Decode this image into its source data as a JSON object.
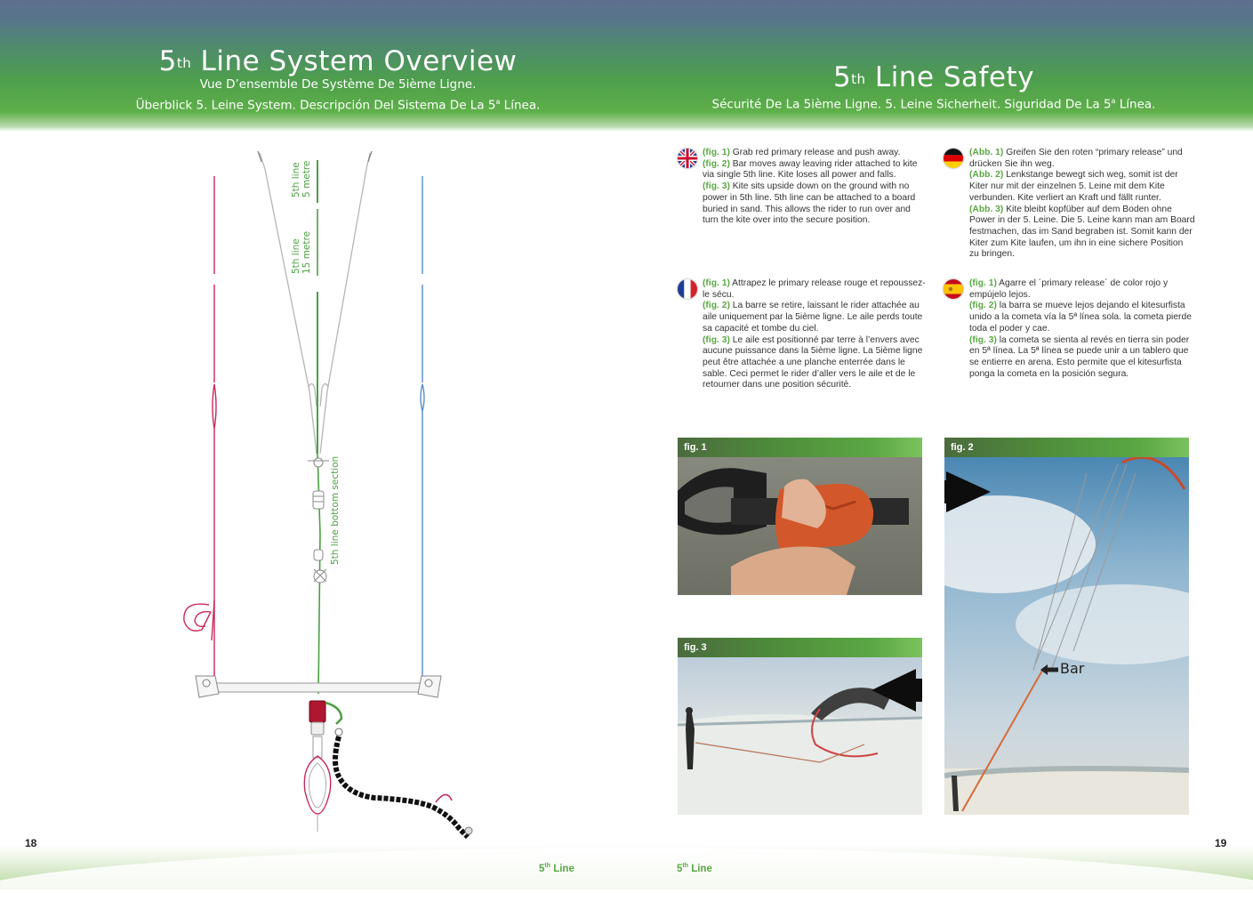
{
  "left": {
    "title_pre": "5",
    "title_sup": "th",
    "title_post": " Line System Overview",
    "sub1": "Vue D’ensemble De Système De 5ième Ligne.",
    "sub2_pre": "Überblick 5. Leine System. Descripción Del Sistema De La 5",
    "sub2_sup": "a",
    "sub2_post": " Línea."
  },
  "right": {
    "title_pre": "5",
    "title_sup": "th",
    "title_post": " Line Safety",
    "sub_pre": "Sécurité De La 5ième Ligne. 5. Leine Sicherheit. Siguridad De La 5",
    "sub_sup": "a",
    "sub_post": " Línea."
  },
  "diagram": {
    "label_5m_a": "5th line",
    "label_5m_b": "5 metre",
    "label_15m_a": "5th line",
    "label_15m_b": "15 metre",
    "label_bottom": "5th line bottom section",
    "colors": {
      "red_line": "#c8285a",
      "blue_line": "#4a86c8",
      "green_line": "#4aa040",
      "grey_line": "#b0b0b0",
      "leash": "#111111"
    }
  },
  "text": {
    "en": {
      "fig1": "(fig. 1)",
      "t1": " Grab red primary release and push away.",
      "fig2": "(fig. 2)",
      "t2": " Bar moves away leaving rider attached to kite via single 5th line. Kite loses all power and falls.",
      "fig3": "(fig. 3)",
      "t3": " Kite sits upside down on the ground with no power in 5th line. 5th line can be attached to a board buried in sand. This allows the rider to run over and turn the kite over into the secure position."
    },
    "de": {
      "fig1": "(Abb. 1)",
      "t1": " Greifen Sie den roten “primary release” und drücken Sie ihn weg.",
      "fig2": "(Abb. 2)",
      "t2": " Lenkstange bewegt sich weg, somit ist der Kiter nur mit der einzelnen 5. Leine mit dem Kite verbunden. Kite verliert an Kraft und fällt runter.",
      "fig3": "(Abb. 3)",
      "t3": " Kite bleibt kopfüber auf dem Boden ohne Power in der 5. Leine. Die 5. Leine kann man am Board festmachen, das im Sand begraben ist. Somit kann der Kiter zum Kite laufen, um ihn in eine sichere Position zu bringen."
    },
    "fr": {
      "fig1": "(fig. 1)",
      "t1": " Attrapez le primary release rouge et repoussez-le sécu.",
      "fig2": "(fig. 2)",
      "t2": " La barre se retire, laissant le rider attachée au aile uniquement par la 5ième ligne. Le aile perds toute sa capacité et tombe du ciel.",
      "fig3": "(fig. 3)",
      "t3": " Le aile est positionné par terre à l’envers avec aucune puissance dans la 5ième ligne. La 5ième ligne peut être attachée a une planche enterrée dans le sable. Ceci permet le rider d’aller vers le aile et de le retourner dans une position sécurité."
    },
    "es": {
      "fig1": "(fig. 1)",
      "t1": " Agarre el ´primary release´ de color rojo y empújelo lejos.",
      "fig2": "(fig. 2)",
      "t2": " la barra se mueve lejos dejando el kitesurfista unido a la cometa vía la 5ª línea sola. la cometa pierde toda el poder y cae.",
      "fig3": "(fig. 3)",
      "t3": " la cometa se sienta al revés en tierra sin poder en 5ª línea. La 5ª línea se puede unir a un tablero que se entierre en arena. Esto permite que el kitesurfista ponga la cometa en la posición segura."
    }
  },
  "figures": {
    "fig1": "fig. 1",
    "fig2": "fig. 2",
    "fig3": "fig. 3",
    "bar_label": "Bar"
  },
  "footer": {
    "page_left": "18",
    "page_right": "19",
    "label_pre": "5",
    "label_sup": "th",
    "label_post": " Line"
  }
}
